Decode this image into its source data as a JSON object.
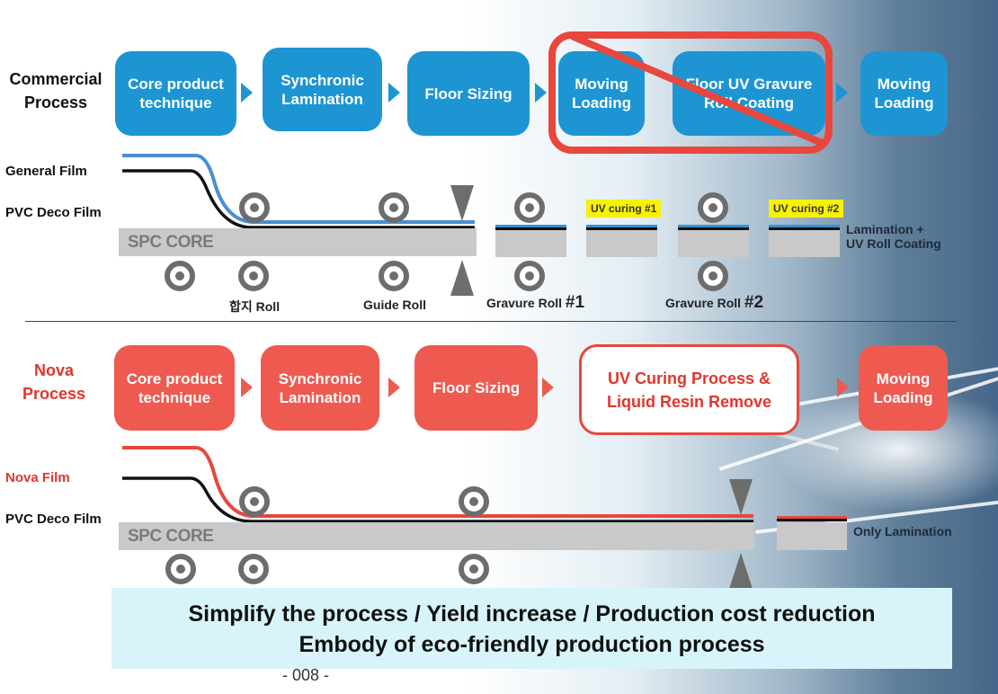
{
  "commercial": {
    "label": "Commercial\nProcess",
    "steps": [
      "Core product\ntechnique",
      "Synchronic\nLamination",
      "Floor Sizing",
      "Moving\nLoading",
      "Floor UV Gravure\nRoll Coating",
      "Moving\nLoading"
    ],
    "film_labels": [
      "General Film",
      "PVC Deco Film"
    ],
    "core_label": "SPC CORE",
    "uv_tags": [
      "UV curing  #1",
      "UV curing  #2"
    ],
    "roll_labels": {
      "hapji": "합지 Roll",
      "guide": "Guide Roll",
      "gravure1_text": "Gravure Roll ",
      "gravure1_num": "#1",
      "gravure2_text": "Gravure Roll ",
      "gravure2_num": "#2"
    },
    "result_label": "Lamination  +\nUV Roll Coating"
  },
  "nova": {
    "label": "Nova\nProcess",
    "steps": [
      "Core product\ntechnique",
      "Synchronic\nLamination",
      "Floor Sizing",
      "UV Curing Process &\nLiquid Resin Remove",
      "Moving\nLoading"
    ],
    "film_labels": [
      "Nova Film",
      "PVC Deco Film"
    ],
    "core_label": "SPC CORE",
    "result_label": "Only Lamination"
  },
  "summary": {
    "line1": "Simplify the process  /  Yield increase   /   Production cost reduction",
    "line2": "Embody of eco-friendly production process"
  },
  "page_number": "- 008 -",
  "colors": {
    "commercial_blue": "#1d95d3",
    "nova_red": "#ee5a50",
    "cross_red": "#e8473d",
    "summary_bg": "#d8f4fb",
    "uv_tag_yellow": "#f7f200"
  }
}
